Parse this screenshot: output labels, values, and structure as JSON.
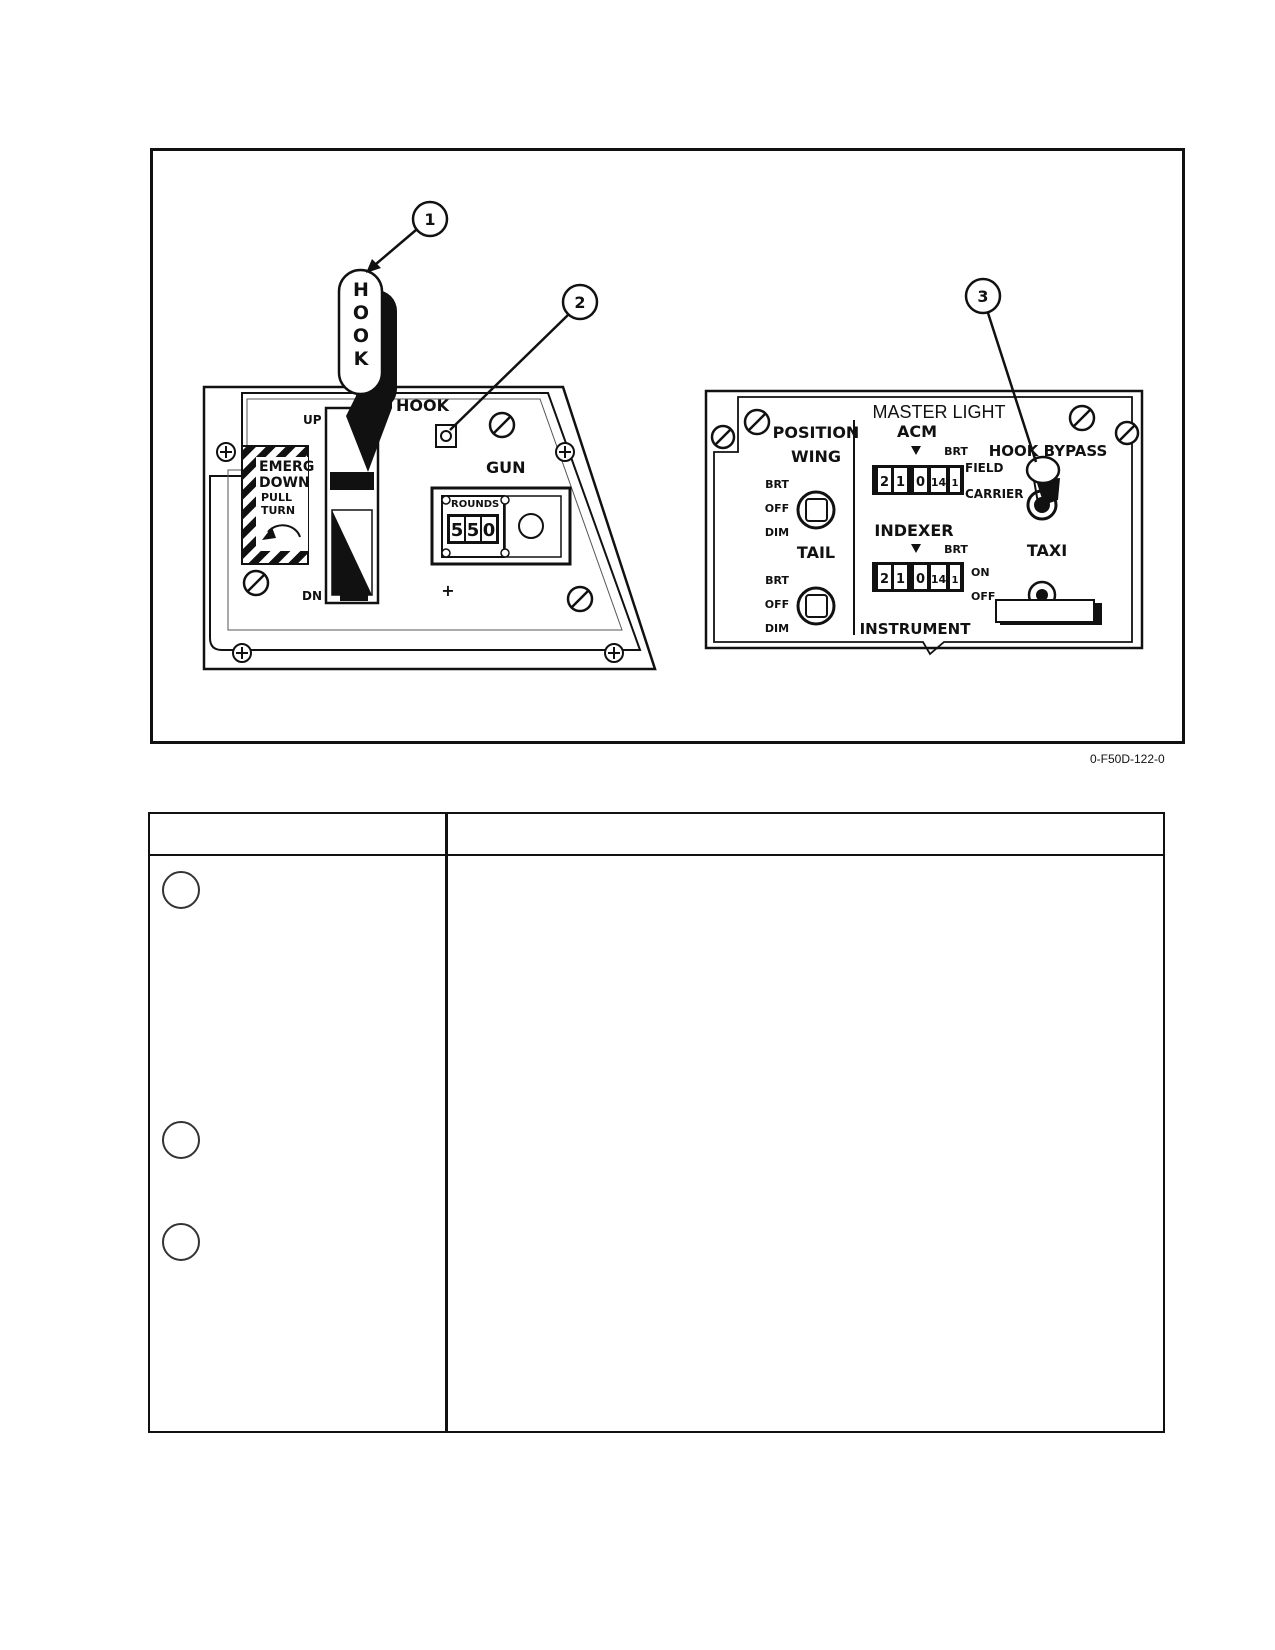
{
  "figure_id": "0-F50D-122-0",
  "callouts": [
    "1",
    "2",
    "3"
  ],
  "left_panel": {
    "handle_text": "HOOK",
    "hook_label": "HOOK",
    "up_label": "UP",
    "dn_label": "DN",
    "emerg_line1": "EMERG",
    "emerg_line2": "DOWN",
    "emerg_line3": "PULL",
    "emerg_line4": "TURN",
    "gun_label": "GUN",
    "rounds_label": "ROUNDS",
    "rounds_digits": [
      "5",
      "5",
      "0"
    ],
    "plus_mark": "+"
  },
  "right_panel": {
    "master_light_label": "MASTER LIGHT",
    "position_label": "POSITION",
    "wing_label": "WING",
    "tail_label": "TAIL",
    "wing_positions": [
      "BRT",
      "OFF",
      "DIM"
    ],
    "tail_positions": [
      "BRT",
      "OFF",
      "DIM"
    ],
    "acm_label": "ACM",
    "acm_brt": "BRT",
    "acm_digits": [
      "2",
      "1",
      "0",
      "14",
      "1"
    ],
    "indexer_label": "INDEXER",
    "indexer_brt": "BRT",
    "indexer_digits": [
      "2",
      "1",
      "0",
      "14",
      "1"
    ],
    "hook_bypass_label": "HOOK BYPASS",
    "field_label": "FIELD",
    "carrier_label": "CARRIER",
    "taxi_label": "TAXI",
    "taxi_on": "ON",
    "taxi_off": "OFF",
    "instrument_label": "INSTRUMENT"
  }
}
